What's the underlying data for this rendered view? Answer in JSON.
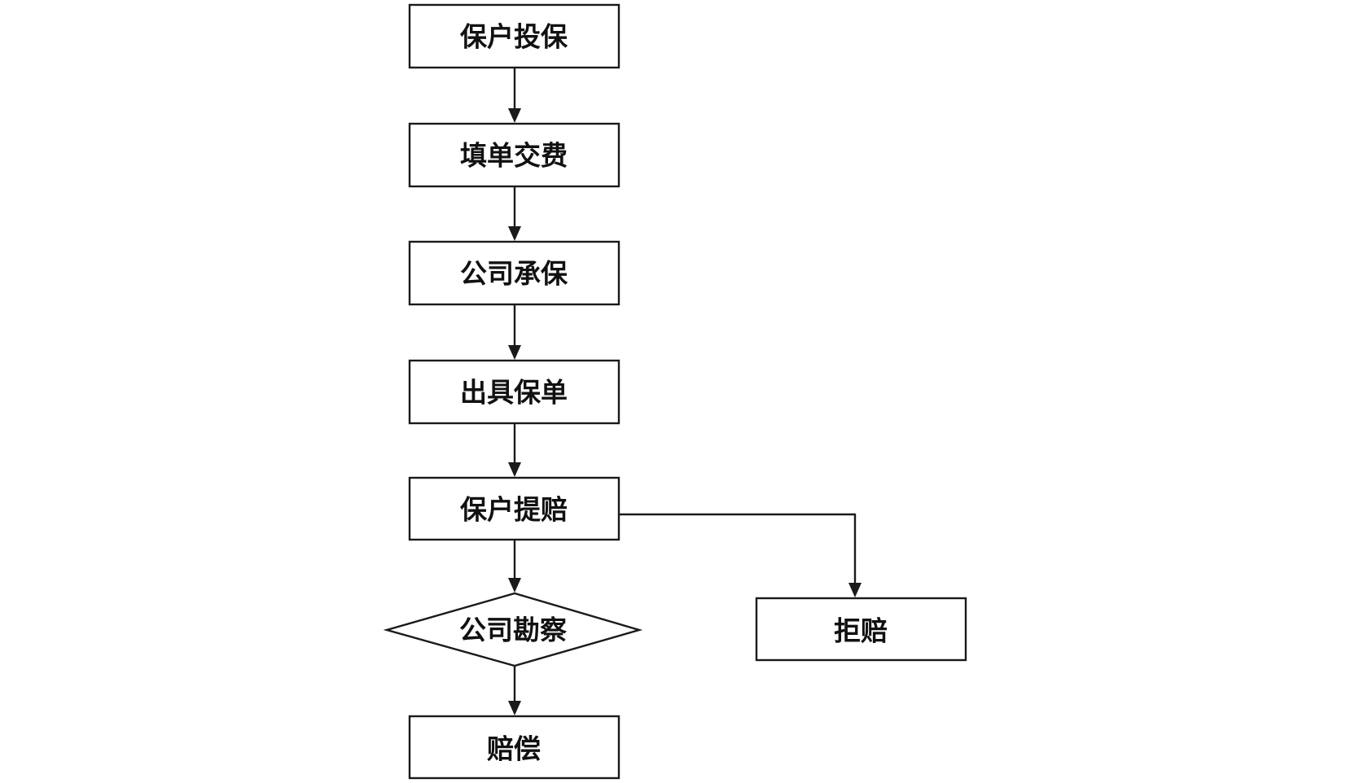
{
  "flowchart": {
    "nodes": [
      {
        "id": "apply",
        "label": "保户投保",
        "shape": "rect"
      },
      {
        "id": "fill_pay",
        "label": "填单交费",
        "shape": "rect"
      },
      {
        "id": "underwrite",
        "label": "公司承保",
        "shape": "rect"
      },
      {
        "id": "issue_policy",
        "label": "出具保单",
        "shape": "rect"
      },
      {
        "id": "claim",
        "label": "保户提赔",
        "shape": "rect"
      },
      {
        "id": "survey",
        "label": "公司勘察",
        "shape": "diamond"
      },
      {
        "id": "compensate",
        "label": "赔偿",
        "shape": "rect"
      },
      {
        "id": "reject",
        "label": "拒赔",
        "shape": "rect"
      }
    ],
    "edges": [
      {
        "from": "apply",
        "to": "fill_pay"
      },
      {
        "from": "fill_pay",
        "to": "underwrite"
      },
      {
        "from": "underwrite",
        "to": "issue_policy"
      },
      {
        "from": "issue_policy",
        "to": "claim"
      },
      {
        "from": "claim",
        "to": "survey"
      },
      {
        "from": "claim",
        "to": "reject"
      },
      {
        "from": "survey",
        "to": "compensate"
      }
    ],
    "colors": {
      "stroke": "#1a1a1a",
      "fill": "#ffffff",
      "text": "#111111"
    }
  }
}
